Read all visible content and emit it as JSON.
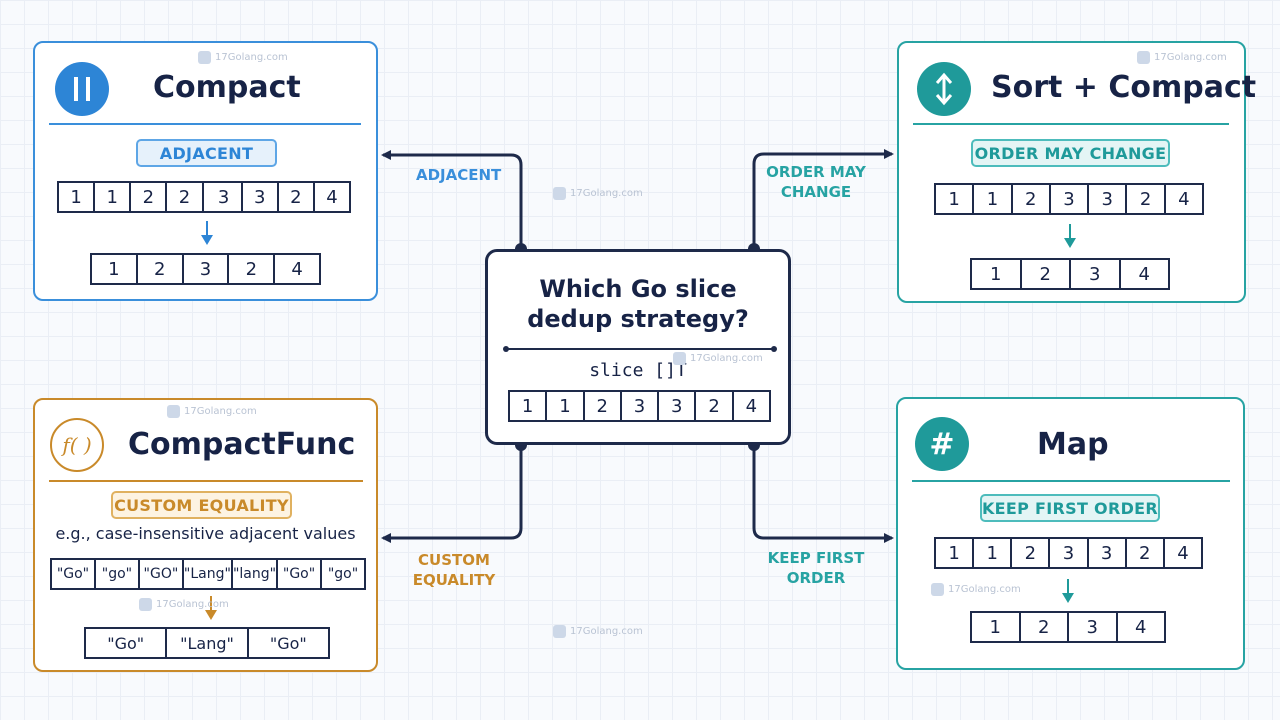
{
  "center": {
    "title_line1": "Which Go slice",
    "title_line2": "dedup strategy?",
    "subtitle": "slice []T",
    "values": [
      "1",
      "1",
      "2",
      "3",
      "3",
      "2",
      "4"
    ]
  },
  "compact": {
    "title": "Compact",
    "tag": "ADJACENT",
    "input": [
      "1",
      "1",
      "2",
      "2",
      "3",
      "3",
      "2",
      "4"
    ],
    "output": [
      "1",
      "2",
      "3",
      "2",
      "4"
    ],
    "color": "#3a8fdb",
    "icon": "pause-icon"
  },
  "sort_compact": {
    "title": "Sort + Compact",
    "tag": "ORDER MAY CHANGE",
    "input": [
      "1",
      "1",
      "2",
      "3",
      "3",
      "2",
      "4"
    ],
    "output": [
      "1",
      "2",
      "3",
      "4"
    ],
    "color": "#27a3a3",
    "icon": "up-down-arrow-icon"
  },
  "compact_func": {
    "title": "CompactFunc",
    "tag": "CUSTOM EQUALITY",
    "note": "e.g., case-insensitive adjacent values",
    "input": [
      "\"Go\"",
      "\"go\"",
      "\"GO\"",
      "\"Lang\"",
      "\"lang\"",
      "\"Go\"",
      "\"go\""
    ],
    "output": [
      "\"Go\"",
      "\"Lang\"",
      "\"Go\""
    ],
    "color": "#c98a2a",
    "icon": "function-icon",
    "icon_text": "f( )"
  },
  "map": {
    "title": "Map",
    "tag": "KEEP FIRST ORDER",
    "input": [
      "1",
      "1",
      "2",
      "3",
      "3",
      "2",
      "4"
    ],
    "output": [
      "1",
      "2",
      "3",
      "4"
    ],
    "color": "#27a3a3",
    "icon": "hash-icon",
    "icon_text": "#"
  },
  "connector_labels": {
    "adjacent": "ADJACENT",
    "order_line1": "ORDER MAY",
    "order_line2": "CHANGE",
    "custom_line1": "CUSTOM",
    "custom_line2": "EQUALITY",
    "keep_line1": "KEEP FIRST",
    "keep_line2": "ORDER"
  },
  "watermark": "17Golang.com",
  "colors": {
    "navy": "#1e2a4a",
    "blue": "#3a8fdb",
    "teal": "#27a3a3",
    "orange": "#c98a2a"
  }
}
